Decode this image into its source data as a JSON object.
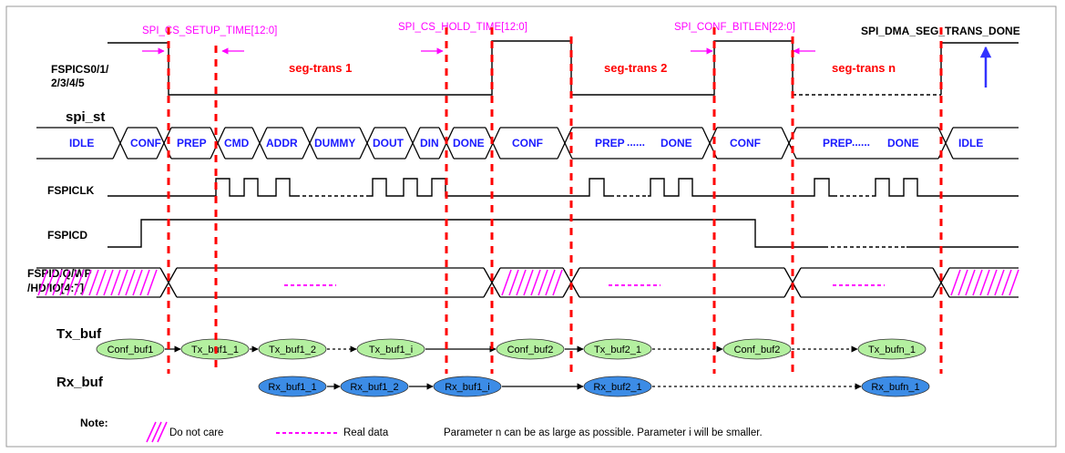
{
  "colors": {
    "marker": "#ff0000",
    "parameter": "#ff00ff",
    "state_text": "#1a1aff",
    "tx_fill": "#b4f0a0",
    "rx_fill": "#3c8ce6",
    "arrow": "#3333ff"
  },
  "params": {
    "setup": "SPI_CS_SETUP_TIME[12:0]",
    "hold": "SPI_CS_HOLD_TIME[12:0]",
    "bitlen": "SPI_CONF_BITLEN[22:0]",
    "done": "SPI_DMA_SEG_TRANS_DONE"
  },
  "signals": {
    "cs_line1": "FSPICS0/1/",
    "cs_line2": "2/3/4/5",
    "spi_st": "spi_st",
    "clk": "FSPICLK",
    "cd": "FSPICD",
    "data_line1": "FSPID/Q/WP",
    "data_line2": "/HD/IO[4:7]",
    "tx": "Tx_buf",
    "rx": "Rx_buf"
  },
  "segments": [
    "seg-trans 1",
    "seg-trans 2",
    "seg-trans n"
  ],
  "states": [
    "IDLE",
    "CONF",
    "PREP",
    "CMD",
    "ADDR",
    "DUMMY",
    "DOUT",
    "DIN",
    "DONE",
    "CONF",
    "PREP",
    "DONE",
    "CONF",
    "PREP",
    "DONE",
    "IDLE"
  ],
  "state_ellipsis": [
    "......",
    "......"
  ],
  "data_ellipsis": [
    "........",
    "........",
    "........"
  ],
  "tx_bufs": [
    "Conf_buf1",
    "Tx_buf1_1",
    "Tx_buf1_2",
    "Tx_buf1_i",
    "Conf_buf2",
    "Tx_buf2_1",
    "Conf_buf2",
    "Tx_bufn_1"
  ],
  "rx_bufs": [
    "Rx_buf1_1",
    "Rx_buf1_2",
    "Rx_buf1_i",
    "Rx_buf2_1",
    "Rx_bufn_1"
  ],
  "legend": {
    "title": "Note:",
    "dont_care": "Do not care",
    "real_data": "Real data",
    "remark": "Parameter n can be as large as possible. Parameter i will be smaller."
  }
}
